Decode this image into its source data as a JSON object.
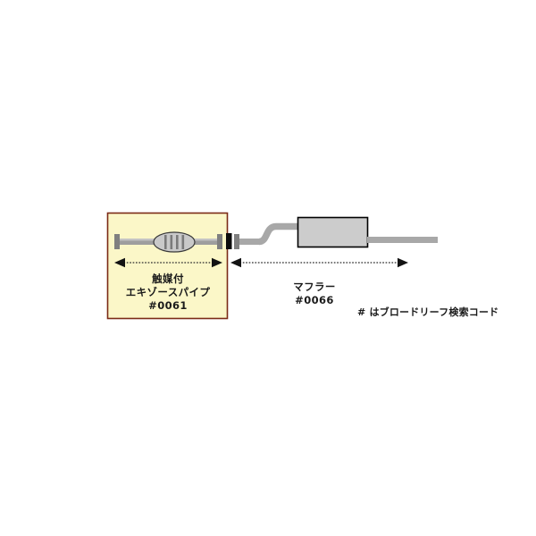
{
  "diagram": {
    "title_alt": "exhaust-system-parts-diagram",
    "background_color": "#ffffff",
    "highlight_box": {
      "fill_color": "#fbf7c8",
      "border_color": "#7b2a16"
    },
    "pipe_color": "#a0a0a0",
    "muffler_fill": "#cccccc",
    "muffler_border": "#000000",
    "flange_color": "#808080",
    "flange_dark_color": "#000000",
    "arrow_color": "#1a1a1a"
  },
  "labels": {
    "exhaust_pipe": {
      "line1": "触媒付",
      "line2": "エキゾースパイプ",
      "code": "#0061"
    },
    "muffler": {
      "line1": "マフラー",
      "code": "#0066"
    },
    "footnote": "# はブロードリーフ検索コード"
  }
}
